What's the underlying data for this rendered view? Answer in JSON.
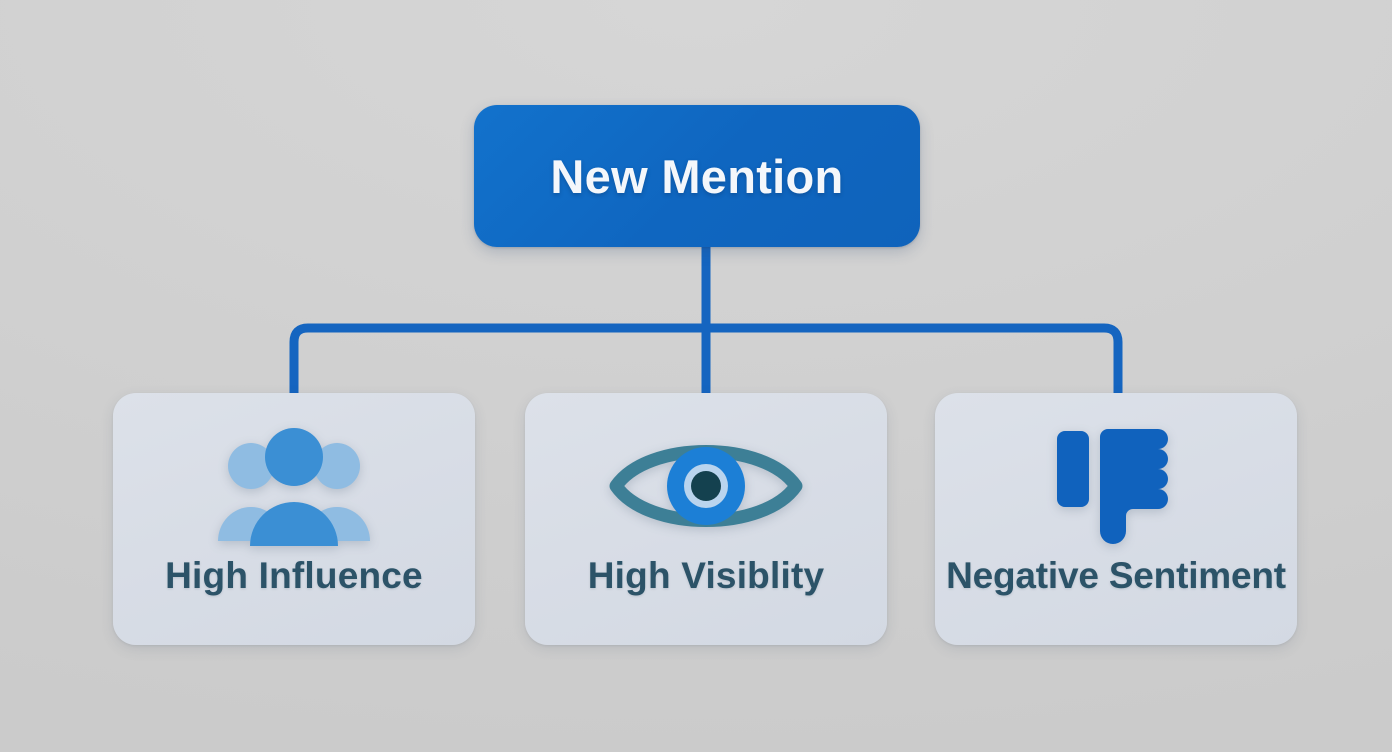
{
  "diagram": {
    "type": "flowchart",
    "orientation": "top-down",
    "title_node": {
      "label": "New Mention",
      "background_color": "#0f68c2",
      "text_color": "#f4f7fb"
    },
    "branches": [
      {
        "id": "high-influence",
        "label": "High Influence",
        "icon": "people-group-icon",
        "icon_colors": {
          "primary": "#3b8fd4",
          "secondary": "#8fbce2"
        }
      },
      {
        "id": "high-visiblity",
        "label": "High Visiblity",
        "icon": "eye-icon",
        "icon_colors": {
          "outline": "#3d7f96",
          "iris": "#1c7fd6",
          "ring": "#b9d4ee",
          "pupil": "#14414f"
        }
      },
      {
        "id": "negative-sentiment",
        "label": "Negative Sentiment",
        "icon": "thumbs-down-icon",
        "icon_colors": {
          "primary": "#1062bd"
        }
      }
    ],
    "connector_color": "#1565c0",
    "card_background_color": "#d8dde6",
    "card_text_color": "#2c5368",
    "canvas_background_color": "#d2d2d2"
  }
}
